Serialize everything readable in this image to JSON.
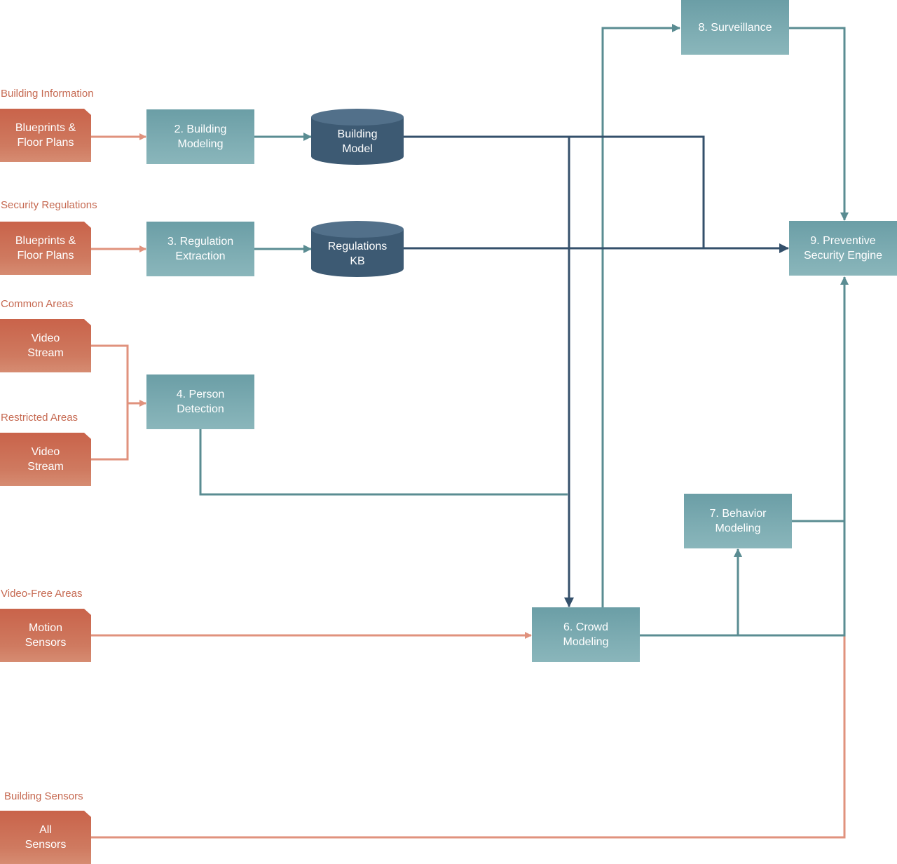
{
  "groups": {
    "building_information": "Building Information",
    "security_regulations": "Security Regulations",
    "common_areas": "Common Areas",
    "restricted_areas": "Restricted Areas",
    "video_free_areas": "Video-Free Areas",
    "building_sensors": "Building Sensors"
  },
  "sources": {
    "blueprints_1": "Blueprints &\nFloor Plans",
    "blueprints_2": "Blueprints &\nFloor Plans",
    "video_common": "Video\nStream",
    "video_restricted": "Video\nStream",
    "motion_sensors": "Motion\nSensors",
    "all_sensors": "All\nSensors"
  },
  "processes": {
    "building_modeling": "2. Building\nModeling",
    "regulation_extraction": "3. Regulation\nExtraction",
    "person_detection": "4. Person\nDetection",
    "crowd_modeling": "6. Crowd\nModeling",
    "behavior_modeling": "7. Behavior\nModeling",
    "surveillance": "8. Surveillance",
    "security_engine": "9. Preventive\nSecurity Engine"
  },
  "stores": {
    "building_model": "Building\nModel",
    "regulations_kb": "Regulations\nKB"
  },
  "colors": {
    "source": "#c9634a",
    "source_line": "#e0927d",
    "process": "#6b9ea6",
    "process_line": "#5a8c92",
    "store": "#3d5a73",
    "store_line": "#34506b",
    "group_label": "#c66a52"
  }
}
